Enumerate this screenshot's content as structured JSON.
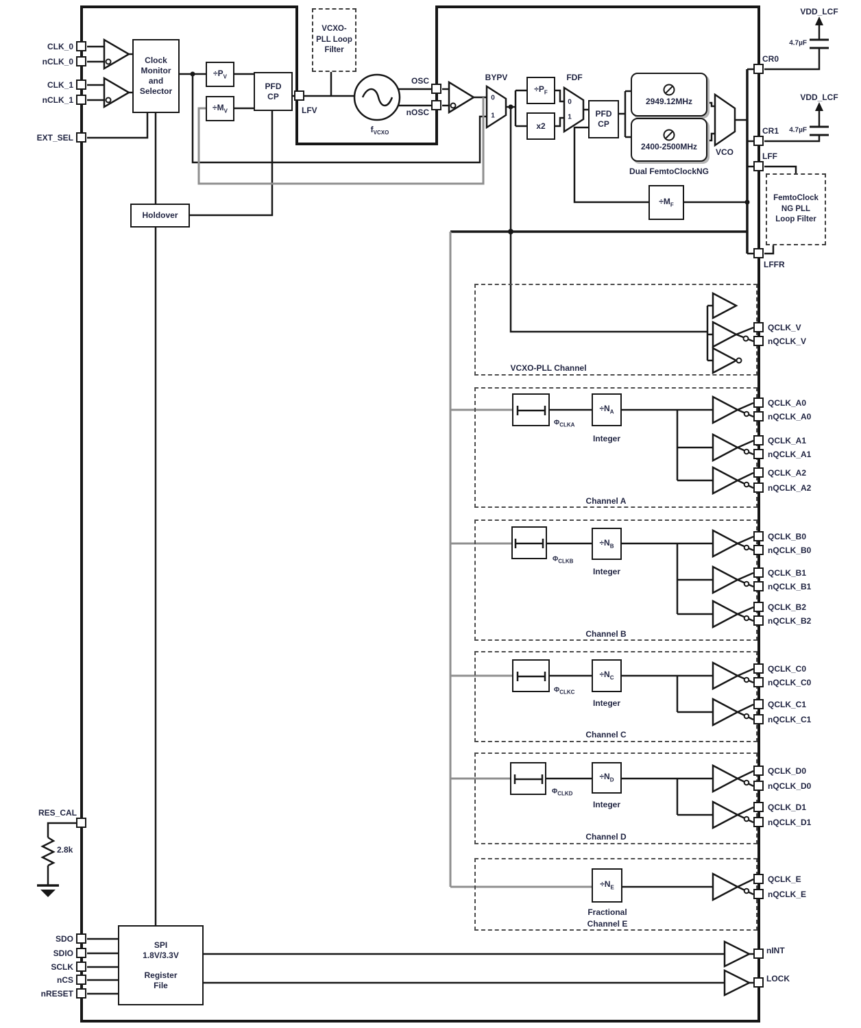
{
  "pins": {
    "clk_0": "CLK_0",
    "nclk_0": "nCLK_0",
    "clk_1": "CLK_1",
    "nclk_1": "nCLK_1",
    "ext_sel": "EXT_SEL",
    "res_cal": "RES_CAL",
    "sdo": "SDO",
    "sdio": "SDIO",
    "sclk": "SCLK",
    "ncs": "nCS",
    "nreset": "nRESET",
    "lfv": "LFV",
    "osc": "OSC",
    "nosc": "nOSC",
    "cr0": "CR0",
    "cr1": "CR1",
    "lff": "LFF",
    "lffr": "LFFR",
    "qclk_v": "QCLK_V",
    "nqclk_v": "nQCLK_V",
    "qclk_a0": "QCLK_A0",
    "nqclk_a0": "nQCLK_A0",
    "qclk_a1": "QCLK_A1",
    "nqclk_a1": "nQCLK_A1",
    "qclk_a2": "QCLK_A2",
    "nqclk_a2": "nQCLK_A2",
    "qclk_b0": "QCLK_B0",
    "nqclk_b0": "nQCLK_B0",
    "qclk_b1": "QCLK_B1",
    "nqclk_b1": "nQCLK_B1",
    "qclk_b2": "QCLK_B2",
    "nqclk_b2": "nQCLK_B2",
    "qclk_c0": "QCLK_C0",
    "nqclk_c0": "nQCLK_C0",
    "qclk_c1": "QCLK_C1",
    "nqclk_c1": "nQCLK_C1",
    "qclk_d0": "QCLK_D0",
    "nqclk_d0": "nQCLK_D0",
    "qclk_d1": "QCLK_D1",
    "nqclk_d1": "nQCLK_D1",
    "qclk_e": "QCLK_E",
    "nqclk_e": "nQCLK_E",
    "nint": "nINT",
    "lock": "LOCK"
  },
  "blocks": {
    "clock_monitor": [
      "Clock",
      "Monitor",
      "and",
      "Selector"
    ],
    "holdover": "Holdover",
    "div_pv": {
      "m": "÷P",
      "s": "V"
    },
    "div_mv": {
      "m": "÷M",
      "s": "V"
    },
    "pfd_cp": [
      "PFD",
      "CP"
    ],
    "vcxo_filter": [
      "VCXO-",
      "PLL Loop",
      "Filter"
    ],
    "fvcxo": {
      "m": "f",
      "s": "VCXO"
    },
    "bypv": "BYPV",
    "fdf": "FDF",
    "mux_in0": "0",
    "mux_in1": "1",
    "div_pf": {
      "m": "÷P",
      "s": "F"
    },
    "x2": "x2",
    "div_mf": {
      "m": "÷M",
      "s": "F"
    },
    "vco_hi": "2949.12MHz",
    "vco_lo": "2400-2500MHz",
    "vco": "VCO",
    "dual_fc": "Dual FemtoClockNG",
    "ng_filter": [
      "FemtoClock",
      "NG PLL",
      "Loop Filter"
    ],
    "spi": [
      "SPI",
      "1.8V/3.3V",
      "Register",
      "File"
    ],
    "vdd": "VDD_LCF",
    "cap": "4.7µF",
    "res": "2.8k"
  },
  "channels": {
    "v": {
      "label": "VCXO-PLL Channel"
    },
    "a": {
      "label": "Channel A",
      "phase": {
        "m": "Φ",
        "s": "CLKA"
      },
      "div": {
        "m": "÷N",
        "s": "A"
      },
      "mode": "Integer"
    },
    "b": {
      "label": "Channel B",
      "phase": {
        "m": "Φ",
        "s": "CLKB"
      },
      "div": {
        "m": "÷N",
        "s": "B"
      },
      "mode": "Integer"
    },
    "c": {
      "label": "Channel C",
      "phase": {
        "m": "Φ",
        "s": "CLKC"
      },
      "div": {
        "m": "÷N",
        "s": "C"
      },
      "mode": "Integer"
    },
    "d": {
      "label": "Channel D",
      "phase": {
        "m": "Φ",
        "s": "CLKD"
      },
      "div": {
        "m": "÷N",
        "s": "D"
      },
      "mode": "Integer"
    },
    "e": {
      "label": "Channel E",
      "div": {
        "m": "÷N",
        "s": "E"
      },
      "mode": "Fractional"
    }
  },
  "colors": {
    "line": "#161616",
    "gray_line": "#8f8f8f",
    "text": "#1f2340"
  }
}
